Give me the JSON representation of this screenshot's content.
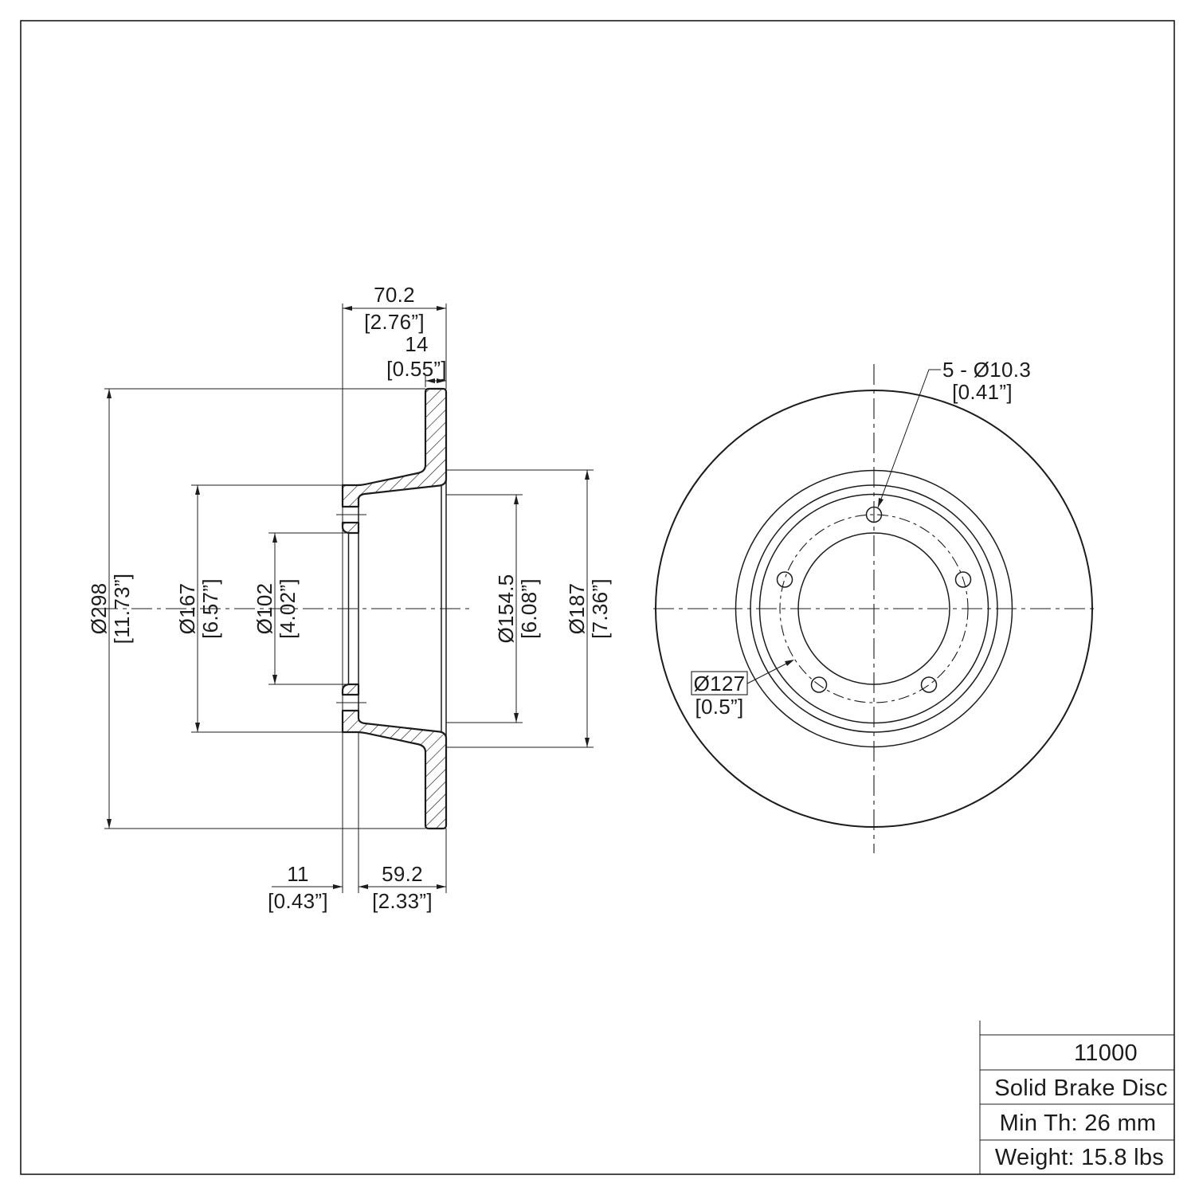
{
  "drawing": {
    "section_view": {
      "dims": {
        "width_total_mm": "70.2",
        "width_total_in": "[2.76”]",
        "ring_thickness_mm": "14",
        "ring_thickness_in": "[0.55”]",
        "outer_dia_mm": "Ø298",
        "outer_dia_in": "[11.73”]",
        "flange_dia_mm": "Ø167",
        "flange_dia_in": "[6.57”]",
        "bore_dia_mm": "Ø102",
        "bore_dia_in": "[4.02”]",
        "hat_dia_mm": "Ø154.5",
        "hat_dia_in": "[6.08”]",
        "inner_dia_mm": "Ø187",
        "inner_dia_in": "[7.36”]",
        "flange_thickness_mm": "11",
        "flange_thickness_in": "[0.43”]",
        "hat_depth_mm": "59.2",
        "hat_depth_in": "[2.33”]"
      }
    },
    "front_view": {
      "bolt_holes_label": "5 - Ø10.3",
      "bolt_holes_in": "[0.41”]",
      "bolt_circle_label": "Ø127",
      "bolt_circle_in": "[0.5”]"
    },
    "title_block": {
      "part_number": "11000",
      "product_name": "Solid Brake Disc",
      "min_thickness": "Min Th: 26 mm",
      "weight": "Weight: 15.8 lbs"
    },
    "colors": {
      "line": "#1c1c1c",
      "background": "#ffffff"
    }
  }
}
